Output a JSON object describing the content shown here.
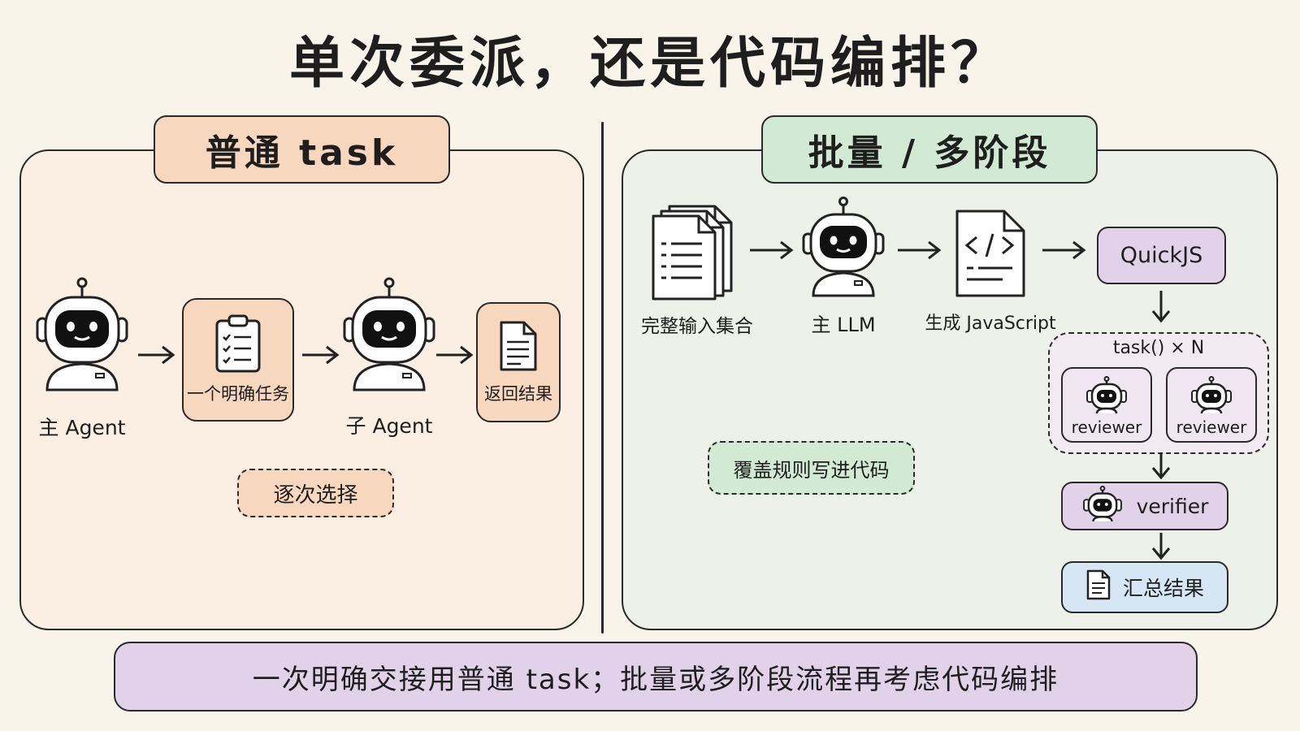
{
  "title": "单次委派，还是代码编排？",
  "left_panel": {
    "tab": "普通 task",
    "main_agent": "主 Agent",
    "task_card": "一个明确任务",
    "sub_agent": "子 Agent",
    "result_card": "返回结果",
    "note": "逐次选择"
  },
  "right_panel": {
    "tab": "批量 / 多阶段",
    "input_label": "完整输入集合",
    "llm_label": "主 LLM",
    "code_label": "生成 JavaScript",
    "runtime": "QuickJS",
    "fanout": "task() × N",
    "reviewer_1": "reviewer",
    "reviewer_2": "reviewer",
    "verifier": "verifier",
    "summary": "汇总结果",
    "note": "覆盖规则写进代码"
  },
  "footer": "一次明确交接用普通 task；批量或多阶段流程再考虑代码编排",
  "colors": {
    "left_panel_bg": "#fbefe4",
    "left_accent": "#f8d7bf",
    "right_panel_bg": "#eef1e9",
    "right_accent": "#d2ead3",
    "purple": "#e1d2ea",
    "blue": "#d7e6f4"
  },
  "icons": [
    "robot-icon",
    "clipboard-icon",
    "document-icon",
    "documents-stack-icon",
    "code-file-icon",
    "arrow-right-icon",
    "arrow-down-icon"
  ]
}
